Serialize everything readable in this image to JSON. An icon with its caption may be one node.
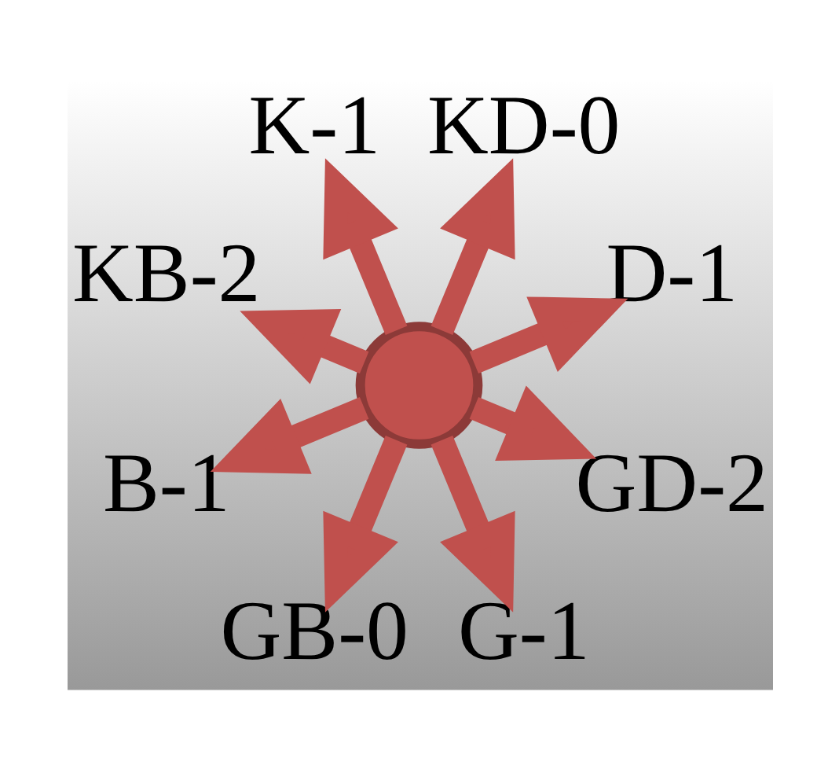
{
  "diagram": {
    "nodes": [
      {
        "text": [
          "K-1"
        ]
      },
      {
        "text": [
          "KB-2"
        ]
      },
      {
        "text": [
          "KD-0"
        ]
      },
      {
        "text": [
          "B-1"
        ]
      },
      {
        "text": [
          "D-1"
        ]
      },
      {
        "text": [
          "GB-0"
        ]
      },
      {
        "text": [
          "GD-2"
        ]
      },
      {
        "text": [
          "G-1"
        ]
      },
      {
        "text": [],
        "shape": "point"
      }
    ],
    "edges": [
      {
        "from": 8,
        "to": 0,
        "arrow": "to"
      },
      {
        "from": 8,
        "to": 2,
        "arrow": "to"
      },
      {
        "from": 8,
        "to": 4,
        "arrow": "to"
      },
      {
        "from": 8,
        "to": 6,
        "arrow": "to"
      },
      {
        "from": 8,
        "to": 7,
        "arrow": "to"
      },
      {
        "from": 8,
        "to": 5,
        "arrow": "to"
      },
      {
        "from": 8,
        "to": 3,
        "arrow": "to"
      },
      {
        "from": 8,
        "to": 1,
        "arrow": "to"
      }
    ]
  }
}
